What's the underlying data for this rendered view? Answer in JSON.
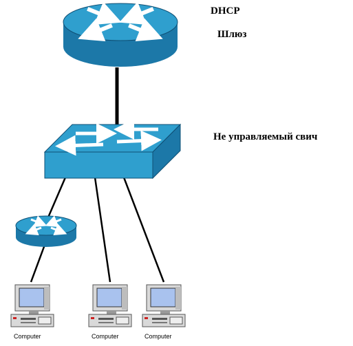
{
  "labels": {
    "dhcp": "DHCP",
    "gateway": "Шлюз",
    "switch": "Не управляемый свич"
  },
  "computers": [
    {
      "label": "Computer"
    },
    {
      "label": "Computer"
    },
    {
      "label": "Computer"
    }
  ],
  "icons": {
    "main_router": "router-icon",
    "switch": "switch-icon",
    "small_router": "router-icon",
    "computer": "computer-icon"
  },
  "colors": {
    "device_top": "#2f9fce",
    "device_side": "#1c78a8",
    "device_edge": "#0f4f74",
    "arrow": "#ffffff",
    "cable": "#000000",
    "monitor_screen": "#a9c2ee",
    "computer_body": "#d9d9d9"
  }
}
